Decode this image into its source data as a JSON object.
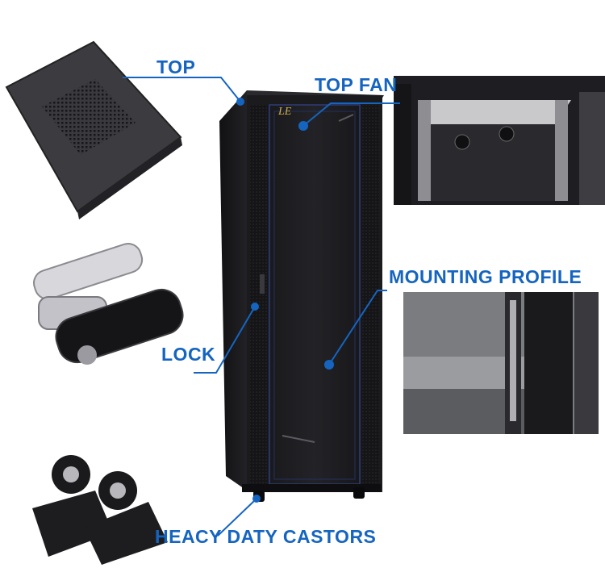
{
  "labels": {
    "top": "TOP",
    "top_fan": "TOP FAN",
    "mounting_profile": "MOUNTING PROFILE",
    "lock": "LOCK",
    "castors": "HEACY DATY CASTORS"
  },
  "brand_mark": "LE",
  "colors": {
    "accent": "#1565c0",
    "cabinet": "#1c1c1e",
    "background": "#ffffff"
  },
  "icons": [
    "top-panel-image",
    "top-fan-image",
    "mounting-profile-image",
    "lock-image",
    "castor-image",
    "cabinet-image"
  ]
}
